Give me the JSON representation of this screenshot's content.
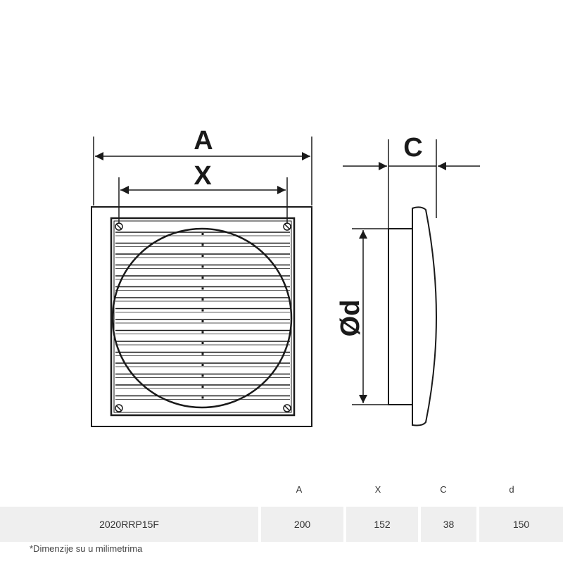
{
  "drawing": {
    "labels": {
      "a": "A",
      "x": "X",
      "c": "C",
      "d": "Ød"
    },
    "line_color": "#1a1a1a"
  },
  "table": {
    "headers": [
      "A",
      "X",
      "C",
      "d"
    ],
    "rows": [
      {
        "model": "2020RRP15F",
        "a": "200",
        "x": "152",
        "c": "38",
        "d": "150"
      }
    ],
    "row_background": "#efefef"
  },
  "footnote": "*Dimenzije su u milimetrima"
}
